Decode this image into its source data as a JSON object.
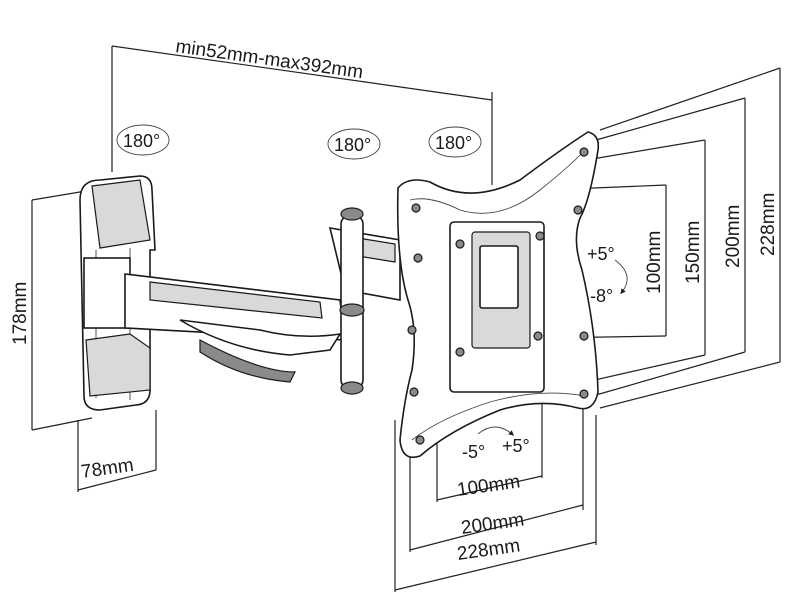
{
  "dimensions": {
    "arm_extension": "min52mm-max392mm",
    "wall_plate_height": "178mm",
    "wall_plate_width": "78mm",
    "vesa_v_100": "100mm",
    "vesa_v_150": "150mm",
    "vesa_v_200": "200mm",
    "vesa_v_228": "228mm",
    "vesa_h_100": "100mm",
    "vesa_h_200": "200mm",
    "vesa_h_228": "228mm"
  },
  "rotations": {
    "wall_swivel": "180°",
    "arm_swivel": "180°",
    "head_swivel": "180°",
    "tilt_up": "+5°",
    "tilt_down": "-8°",
    "level_left": "-5°",
    "level_right": "+5°"
  },
  "colors": {
    "line": "#1a1a1a",
    "shade": "#d9d9d9",
    "dark": "#8a8a8a"
  }
}
